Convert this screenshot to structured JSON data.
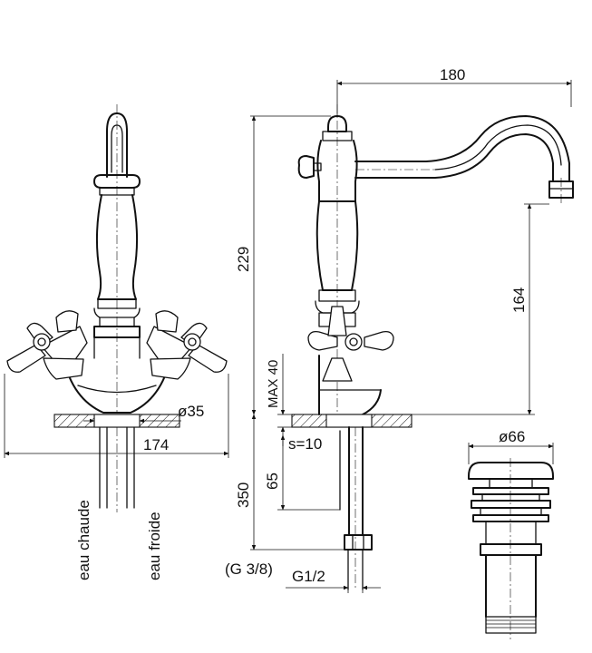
{
  "dimensions": {
    "spout_reach": "180",
    "total_height": "229",
    "spout_height": "164",
    "max_deck": "MAX 40",
    "hole_diameter": "ø35",
    "handle_span": "174",
    "wall_thickness": "s=10",
    "shank_length": "65",
    "hose_length": "350",
    "hose_thread": "(G 3/8)",
    "shank_thread": "G1/2",
    "waste_diameter": "ø66"
  },
  "labels": {
    "hot": "eau chaude",
    "cold": "eau froide"
  }
}
